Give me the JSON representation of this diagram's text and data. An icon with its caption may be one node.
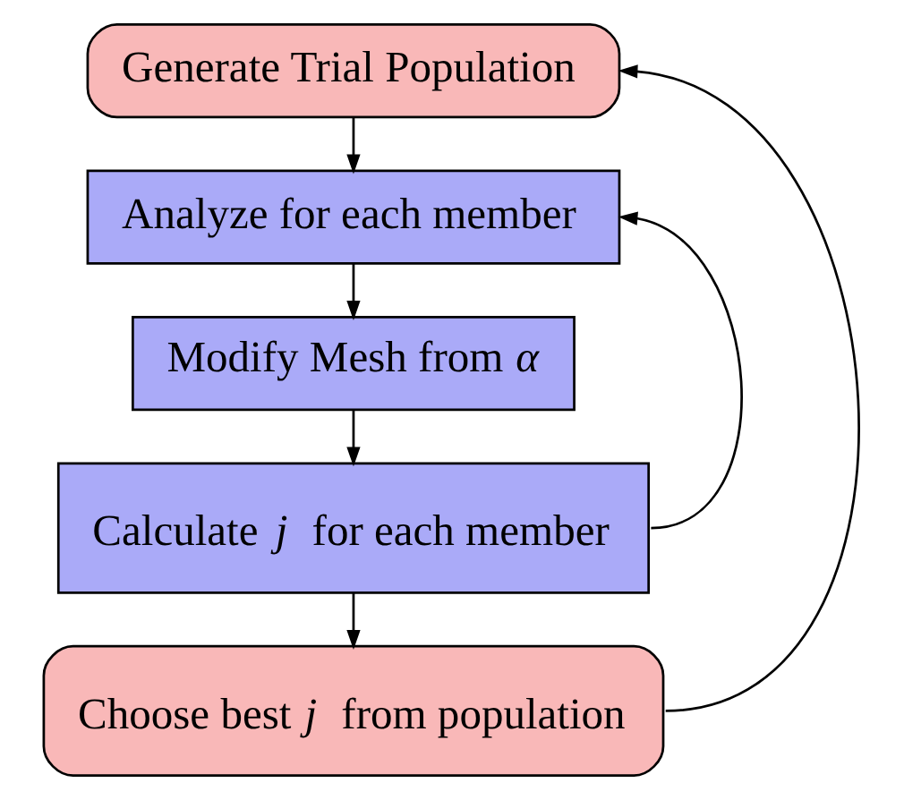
{
  "diagram": {
    "nodes": [
      {
        "text": [
          "Generate Trial Population"
        ]
      },
      {
        "text": [
          "Analyze for each member"
        ]
      },
      {
        "text": [
          "Modify Mesh from *α*"
        ]
      },
      {
        "text": [
          "Calculate *j* for each member"
        ]
      },
      {
        "text": [
          "Choose best *j* from population"
        ]
      }
    ],
    "edges": [
      {
        "from": 0,
        "to": 1,
        "arrow": "to"
      },
      {
        "from": 1,
        "to": 2,
        "arrow": "to"
      },
      {
        "from": 2,
        "to": 3,
        "arrow": "to"
      },
      {
        "from": 3,
        "to": 4,
        "arrow": "to"
      },
      {
        "from": 3,
        "to": 1,
        "arrow": "to"
      },
      {
        "from": 4,
        "to": 0,
        "arrow": "to"
      }
    ]
  }
}
